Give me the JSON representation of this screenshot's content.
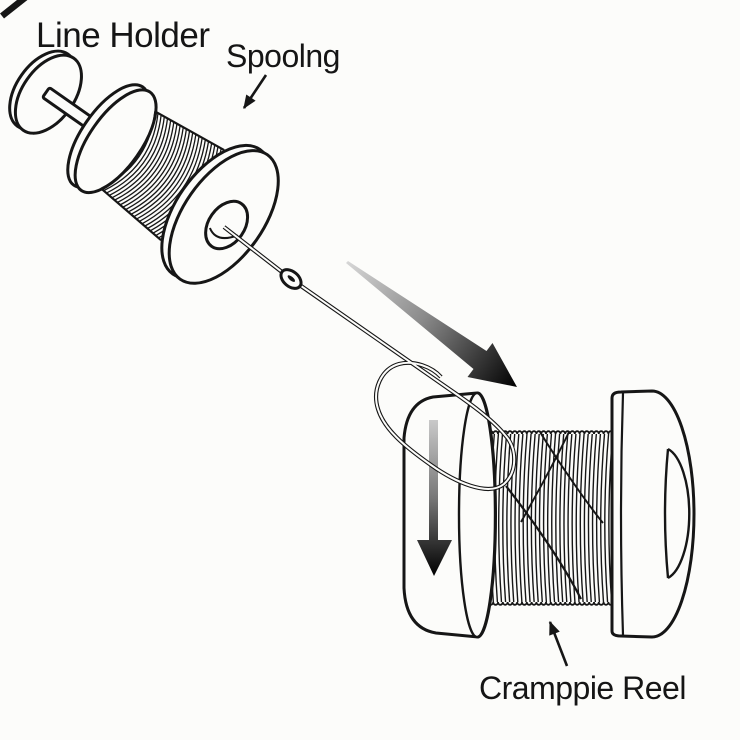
{
  "colors": {
    "background": "#fcfcfa",
    "ink": "#161616",
    "arrow_gradient_start": "#d6d6d6",
    "arrow_gradient_end": "#000000"
  },
  "labels": {
    "line_holder": "Line Holder",
    "spooling": "Spoolng",
    "reel": "Cramppie Reel"
  },
  "icons": {
    "line_direction": "line-direction-arrow",
    "reel_rotation": "reel-rotation-arrow",
    "spooling_pointer": "spooling-pointer-arrow",
    "reel_pointer": "reel-pointer-arrow"
  }
}
